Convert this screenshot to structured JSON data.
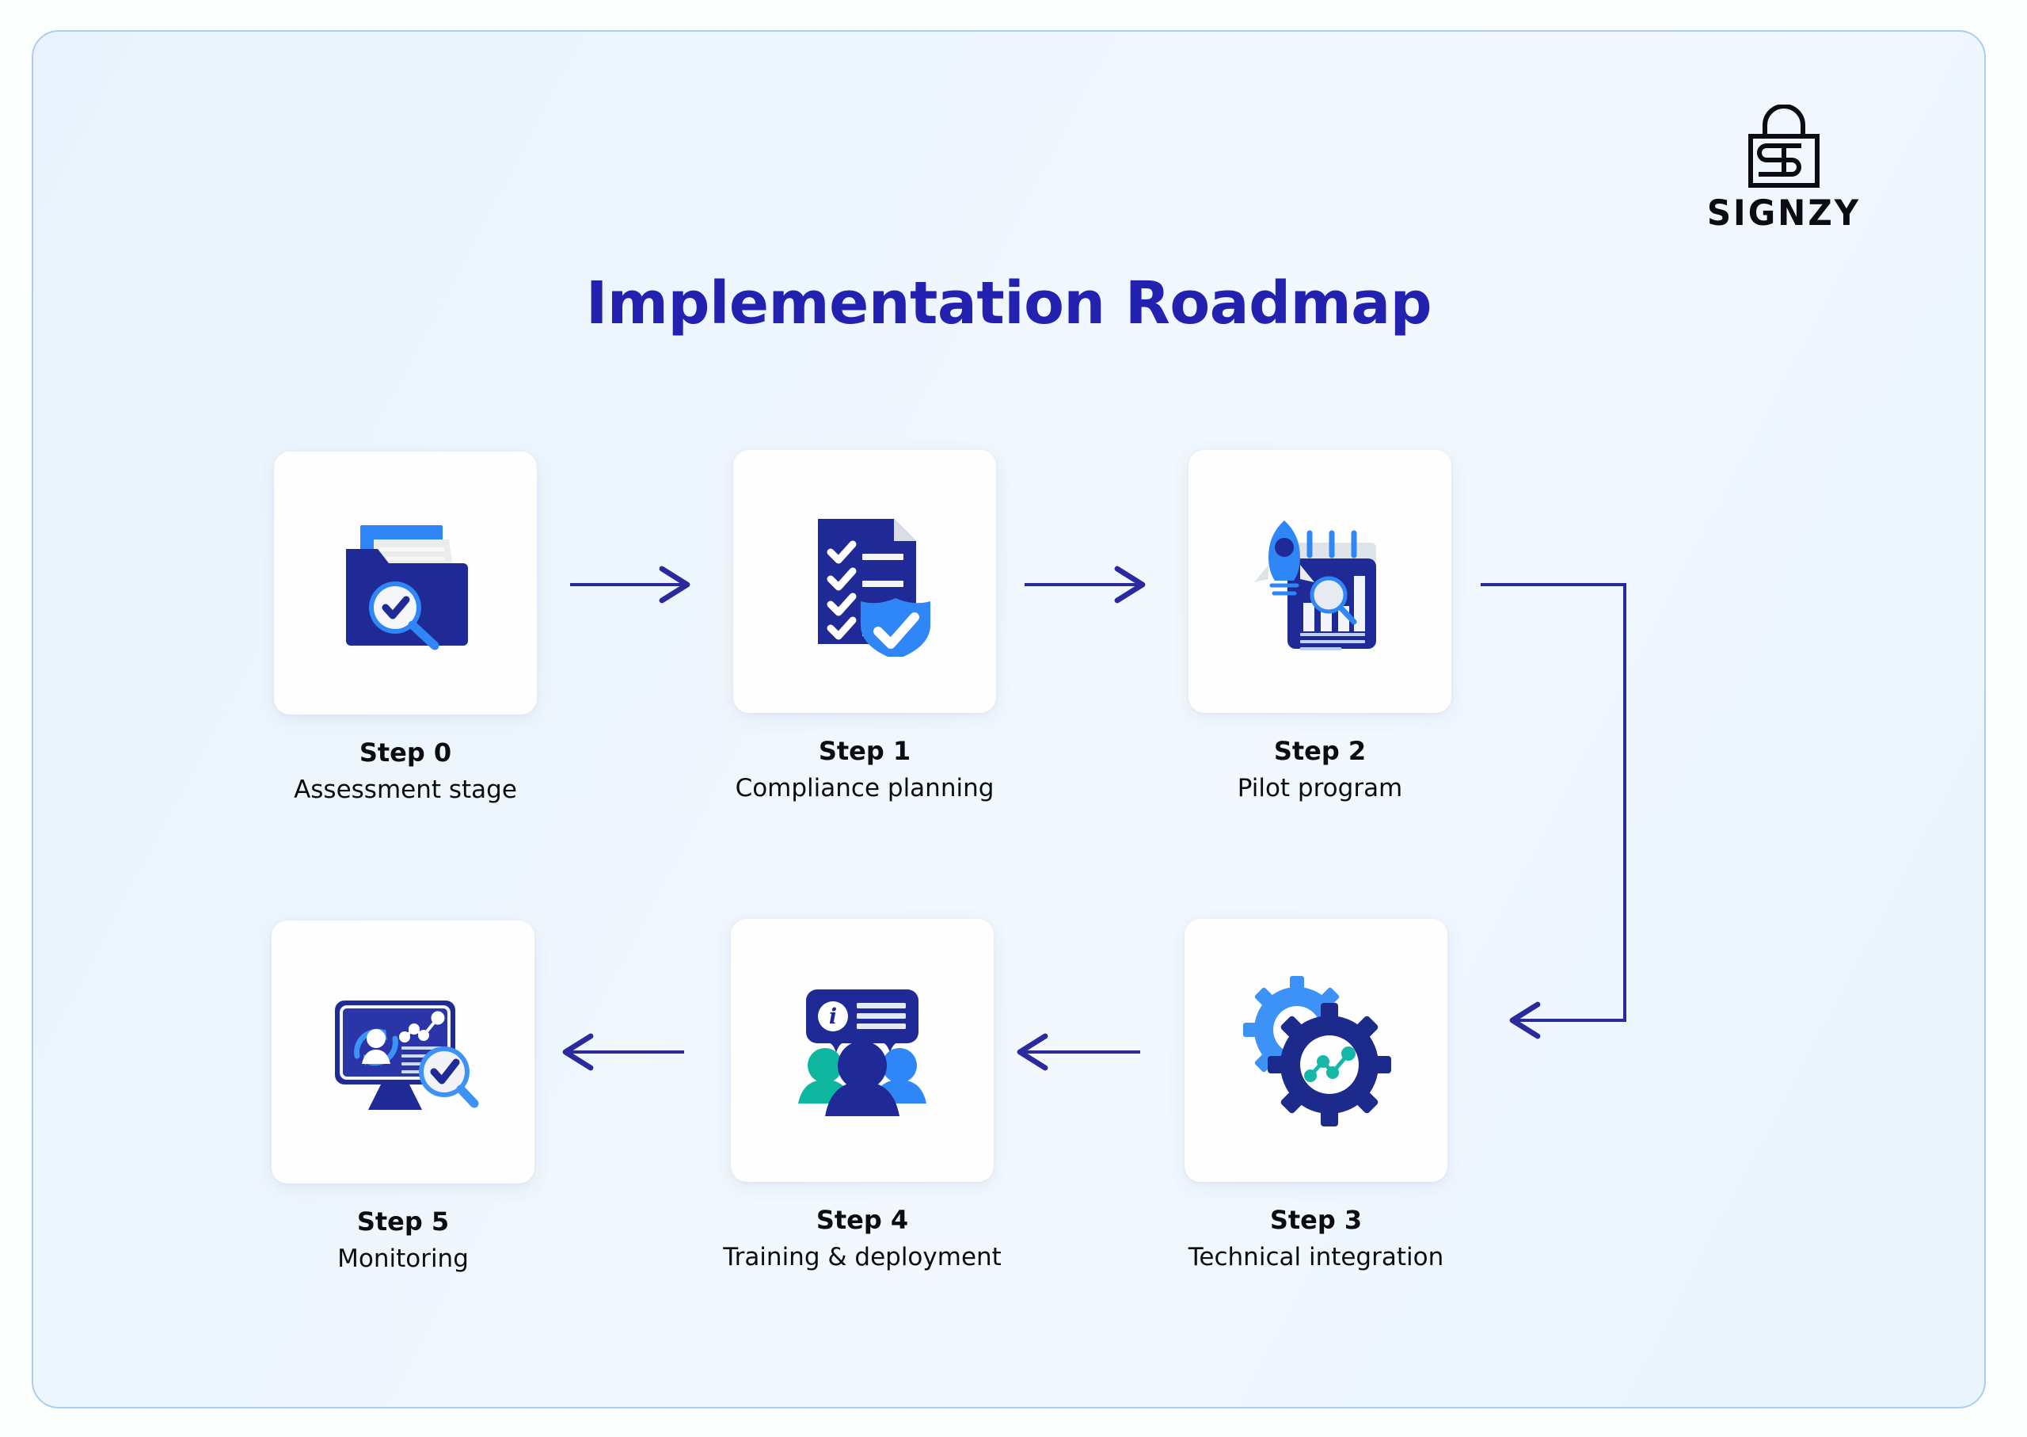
{
  "brand": {
    "name": "SIGNZY",
    "logo_icon": "padlock-maze-icon"
  },
  "header": {
    "title": "Implementation Roadmap",
    "title_color": "#2221b0"
  },
  "theme": {
    "panel_background_start": "#eaf3fd",
    "panel_background_end": "#f2f8fe",
    "panel_border": "#a9cef1",
    "card_background": "#fefeff",
    "connector_color": "#2a2a9e",
    "navy": "#1f2a96",
    "blue": "#2f86f6",
    "light_blue": "#4aa0fb",
    "teal": "#15b8a6",
    "text": "#0b0d12"
  },
  "steps": [
    {
      "num": "Step 0",
      "label": "Assessment stage",
      "icon": "folder-document-search-check-icon"
    },
    {
      "num": "Step 1",
      "label": "Compliance planning",
      "icon": "checklist-shield-check-icon"
    },
    {
      "num": "Step 2",
      "label": "Pilot program",
      "icon": "rocket-report-chart-icon"
    },
    {
      "num": "Step 3",
      "label": "Technical integration",
      "icon": "gears-line-chart-icon"
    },
    {
      "num": "Step 4",
      "label": "Training & deployment",
      "icon": "team-info-bubble-icon"
    },
    {
      "num": "Step 5",
      "label": "Monitoring",
      "icon": "monitor-user-refresh-search-icon"
    }
  ],
  "connectors": [
    {
      "name": "arrow-step0-to-step1",
      "direction": "right"
    },
    {
      "name": "arrow-step1-to-step2",
      "direction": "right"
    },
    {
      "name": "arrow-step2-to-step3-wrap",
      "direction": "down-left"
    },
    {
      "name": "arrow-step3-to-step4",
      "direction": "left"
    },
    {
      "name": "arrow-step4-to-step5",
      "direction": "left"
    }
  ]
}
